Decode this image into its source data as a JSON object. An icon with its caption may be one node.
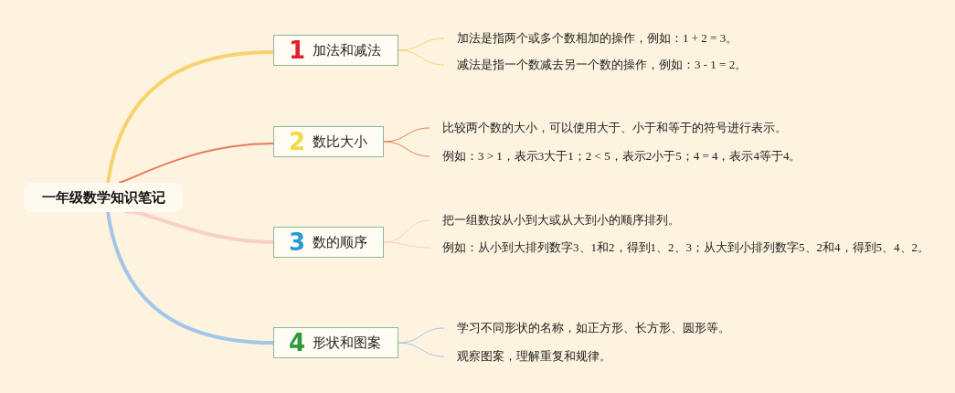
{
  "diagram": {
    "nodes": [
      {
        "text": [
          "一年级数学知识笔记"
        ]
      },
      {
        "text": [
          "1",
          "加法和减法"
        ]
      },
      {
        "text": [
          "2",
          "数比大小"
        ]
      },
      {
        "text": [
          "3",
          "数的顺序"
        ]
      },
      {
        "text": [
          "4",
          "形状和图案"
        ]
      },
      {
        "text": [
          "加法是指两个或多个数相加的操作，例如：1 + 2 = 3。"
        ]
      },
      {
        "text": [
          "减法是指一个数减去另一个数的操作，例如：3 - 1 = 2。"
        ]
      },
      {
        "text": [
          "比较两个数的大小，可以使用大于、小于和等于的符号进行表示。"
        ]
      },
      {
        "text": [
          "例如：3 > 1，表示3大于1；2 < 5，表示2小于5；4 = 4，表示4等于4。"
        ]
      },
      {
        "text": [
          "把一组数按从小到大或从大到小的顺序排列。"
        ]
      },
      {
        "text": [
          "例如：从小到大排列数字3、1和2，得到1、2、3；从大到小排列数字5、2和4，得到5、4、2。"
        ]
      },
      {
        "text": [
          "学习不同形状的名称，如正方形、长方形、圆形等。"
        ]
      },
      {
        "text": [
          "观察图案，理解重复和规律。"
        ]
      }
    ],
    "edges": [
      {
        "from": 0,
        "to": 1,
        "arrow": "none",
        "style": "thick",
        "color": "#f7d36e"
      },
      {
        "from": 0,
        "to": 2,
        "arrow": "none",
        "color": "#e8785a"
      },
      {
        "from": 0,
        "to": 3,
        "arrow": "none",
        "style": "thick",
        "color": "#f8cfc6"
      },
      {
        "from": 0,
        "to": 4,
        "arrow": "none",
        "style": "thick",
        "color": "#a3c5e8"
      },
      {
        "from": 1,
        "to": 5,
        "arrow": "none",
        "color": "#f7d36e"
      },
      {
        "from": 1,
        "to": 6,
        "arrow": "none",
        "color": "#f7d36e"
      },
      {
        "from": 2,
        "to": 7,
        "arrow": "none",
        "color": "#e8785a"
      },
      {
        "from": 2,
        "to": 8,
        "arrow": "none",
        "color": "#e8785a"
      },
      {
        "from": 3,
        "to": 9,
        "arrow": "none",
        "color": "#f8cfc6"
      },
      {
        "from": 3,
        "to": 10,
        "arrow": "none",
        "color": "#f8cfc6"
      },
      {
        "from": 4,
        "to": 11,
        "arrow": "none",
        "color": "#a3c5e8"
      },
      {
        "from": 4,
        "to": 12,
        "arrow": "none",
        "color": "#a3c5e8"
      }
    ]
  }
}
